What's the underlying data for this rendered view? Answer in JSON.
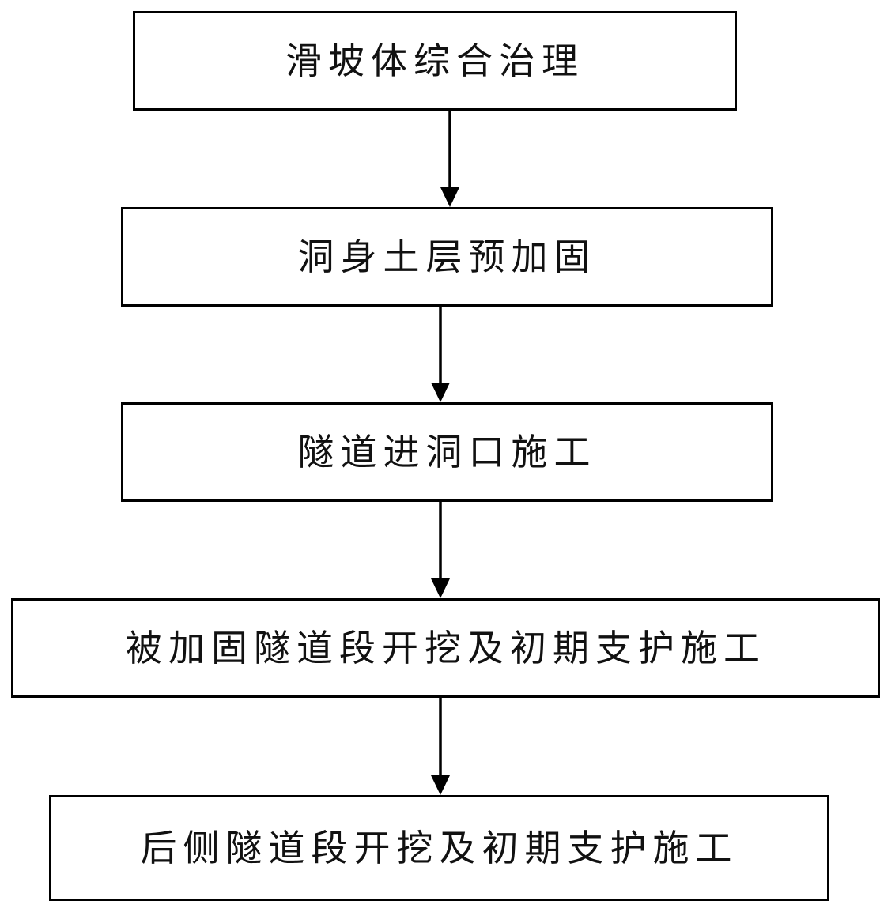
{
  "flowchart": {
    "steps": [
      "滑坡体综合治理",
      "洞身土层预加固",
      "隧道进洞口施工",
      "被加固隧道段开挖及初期支护施工",
      "后侧隧道段开挖及初期支护施工"
    ]
  }
}
